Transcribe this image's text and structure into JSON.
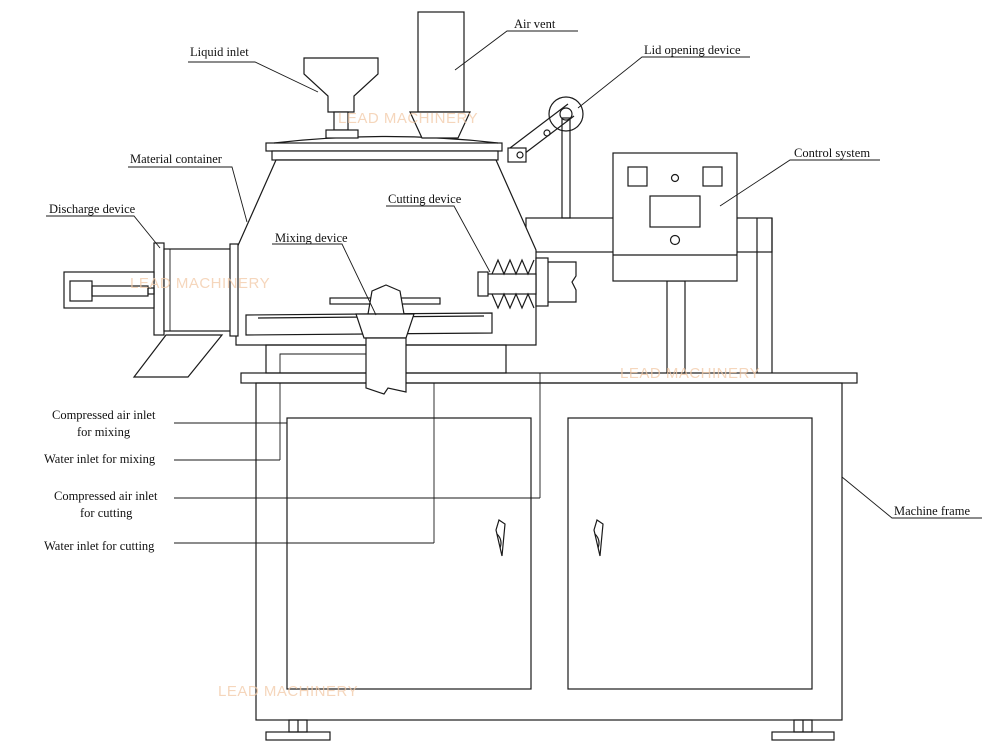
{
  "labels": {
    "air_vent": "Air vent",
    "liquid_inlet": "Liquid inlet",
    "lid_opening_device": "Lid opening device",
    "material_container": "Material container",
    "control_system": "Control system",
    "discharge_device": "Discharge device",
    "cutting_device": "Cutting device",
    "mixing_device": "Mixing device",
    "compressed_air_mixing_1": "Compressed air inlet",
    "compressed_air_mixing_2": "for mixing",
    "water_inlet_mixing": "Water inlet for mixing",
    "compressed_air_cutting_1": "Compressed air inlet",
    "compressed_air_cutting_2": "for cutting",
    "water_inlet_cutting": "Water inlet for cutting",
    "machine_frame": "Machine frame"
  },
  "watermark": "LEAD MACHINERY",
  "colors": {
    "line": "#1a1a1a",
    "watermark": "#f2c9a6"
  }
}
